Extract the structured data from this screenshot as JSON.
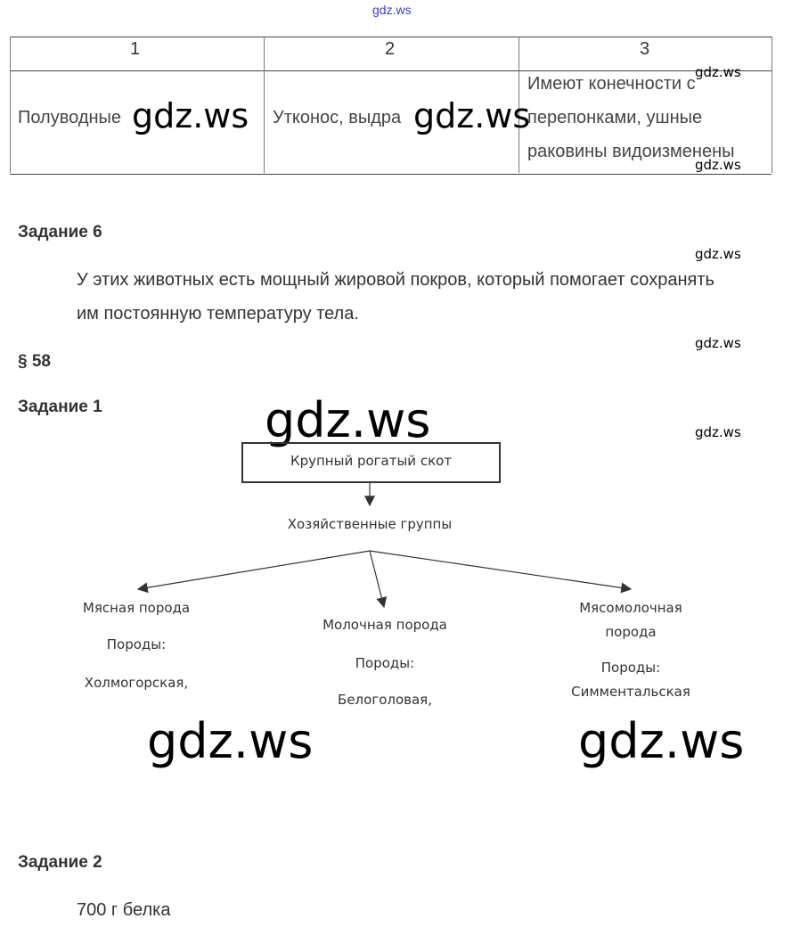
{
  "watermark": "gdz.ws",
  "table": {
    "headers": [
      "1",
      "2",
      "3"
    ],
    "row": [
      "Полуводные",
      "Утконос, выдра",
      "Имеют конечности с перепонками, ушные раковины видоизменены"
    ],
    "row3_lines": [
      "Имеют конечности с",
      "перепонками, ушные",
      "раковины видоизменены"
    ]
  },
  "task6": {
    "title": "Задание 6",
    "lines": [
      "У этих животных есть мощный жировой покров, который помогает сохранять",
      "им постоянную температуру тела."
    ]
  },
  "section": "§ 58",
  "task1": {
    "title": "Задание 1",
    "diagram": {
      "root": "Крупный рогатый скот",
      "groups_label": "Хозяйственные группы",
      "branches": [
        {
          "name_lines": [
            "Мясная порода"
          ],
          "breeds_label": "Породы:",
          "breeds": "Холмогорская,"
        },
        {
          "name_lines": [
            "Молочная порода"
          ],
          "breeds_label": "Породы:",
          "breeds": "Белоголовая,"
        },
        {
          "name_lines": [
            "Мясомолочная",
            "порода"
          ],
          "breeds_label": "Породы:",
          "breeds": "Симментальская"
        }
      ]
    }
  },
  "task2": {
    "title": "Задание 2",
    "answer": "700 г белка"
  }
}
